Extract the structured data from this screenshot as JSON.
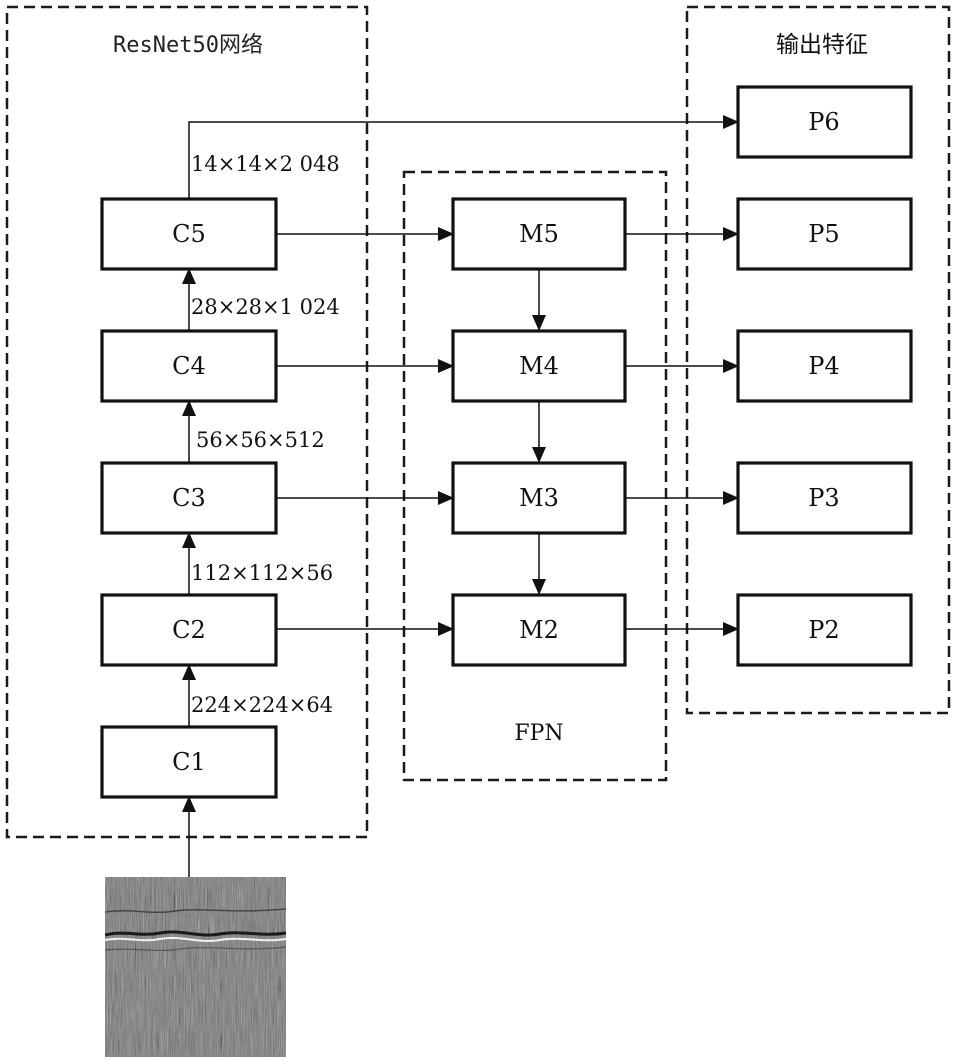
{
  "groups": {
    "resnet": "ResNet50网络",
    "fpn": "FPN",
    "outputs": "输出特征"
  },
  "backbone": {
    "c1": "C1",
    "c2": "C2",
    "c3": "C3",
    "c4": "C4",
    "c5": "C5"
  },
  "fpn_nodes": {
    "m2": "M2",
    "m3": "M3",
    "m4": "M4",
    "m5": "M5"
  },
  "outputs": {
    "p2": "P2",
    "p3": "P3",
    "p4": "P4",
    "p5": "P5",
    "p6": "P6"
  },
  "dims": {
    "c1_c2": "224×224×64",
    "c2_c3": "112×112×56",
    "c3_c4": "56×56×512",
    "c4_c5": "28×28×1 024",
    "c5_p6": "14×14×2 048"
  },
  "colors": {
    "line": "#111111",
    "frame": "#1a1a1a",
    "background": "#ffffff",
    "image_base": "#7a7a7a"
  },
  "input_image": {
    "description_icon": "gpr-scan-image"
  }
}
